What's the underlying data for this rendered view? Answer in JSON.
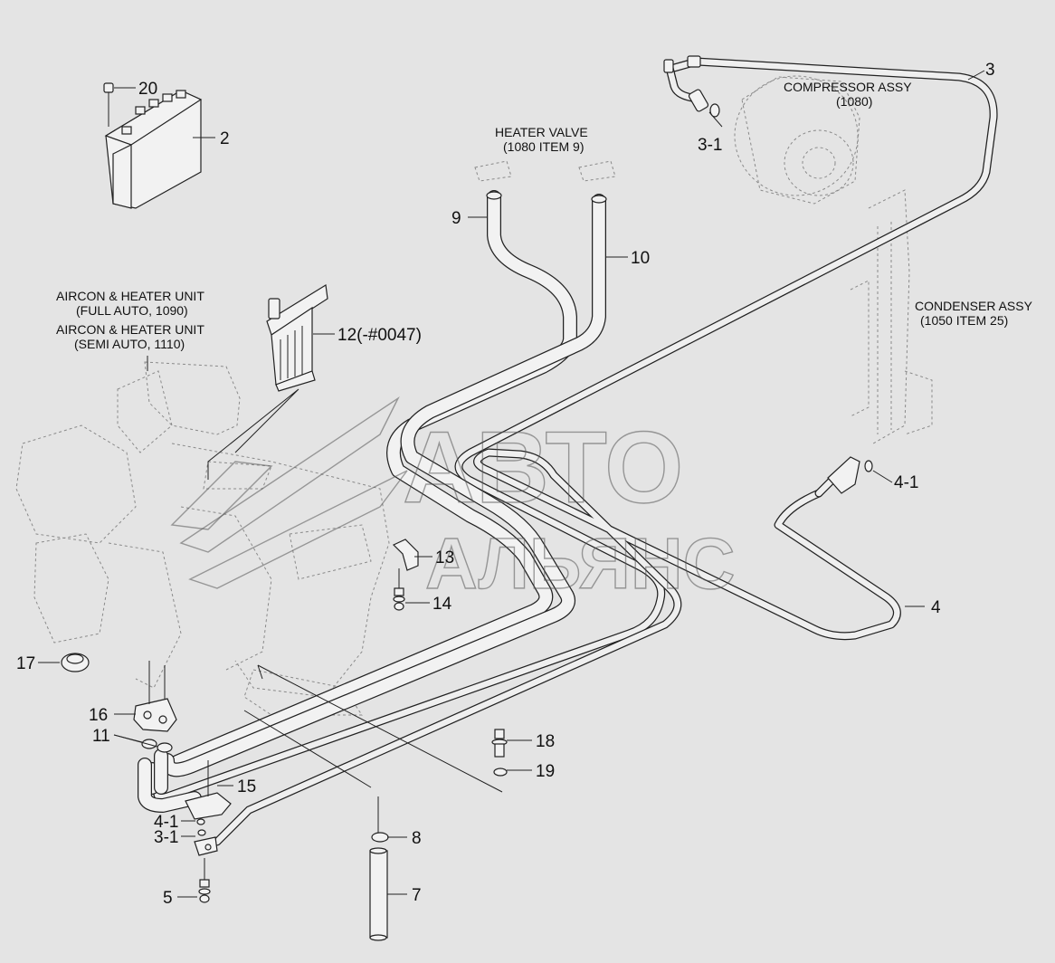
{
  "diagram": {
    "labels": {
      "compressor_title": "COMPRESSOR ASSY",
      "compressor_ref": "(1080)",
      "heater_valve_title": "HEATER VALVE",
      "heater_valve_ref": "(1080 ITEM 9)",
      "condenser_title": "CONDENSER ASSY",
      "condenser_ref": "(1050 ITEM 25)",
      "aircon_full_title": "AIRCON & HEATER UNIT",
      "aircon_full_ref": "(FULL AUTO, 1090)",
      "aircon_semi_title": "AIRCON & HEATER UNIT",
      "aircon_semi_ref": "(SEMI AUTO, 1110)"
    },
    "callouts": {
      "c20": "20",
      "c2": "2",
      "c3": "3",
      "c3_1_top": "3-1",
      "c9": "9",
      "c10": "10",
      "c12": "12(-#0047)",
      "c4_1_right": "4-1",
      "c13": "13",
      "c14": "14",
      "c4": "4",
      "c17": "17",
      "c16": "16",
      "c11": "11",
      "c18": "18",
      "c19": "19",
      "c15": "15",
      "c4_1_left": "4-1",
      "c3_1_left": "3-1",
      "c8": "8",
      "c5": "5",
      "c7": "7"
    },
    "watermark": {
      "line1": "АВТО",
      "line2": "АЛЬЯНС"
    }
  }
}
